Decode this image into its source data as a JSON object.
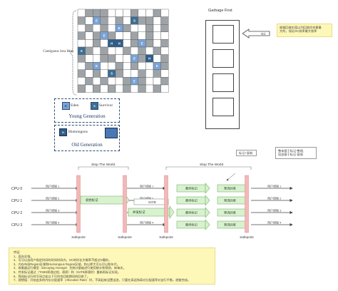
{
  "heap_grid": {
    "side_label": "Contiguous Java Heap",
    "rows": 11,
    "cols": 12,
    "cells": [
      "wgggwwwgwwgw",
      "gwEgwgwSggwg",
      "wgwgwEgwwgwg",
      "gwgEgwwgwgww",
      "wwgwHHwgEgwg",
      "Sgwgwwgwgwgw",
      "gwwggwwEgHwg",
      "wgEwwgwgwwEg",
      "gwgwSgwwgwgw",
      "wgwgwwgEgwwg",
      "gwgwgwgwgwgw"
    ],
    "cell_letters": {
      "E": "E",
      "S": "S",
      "H": "H"
    },
    "colors": {
      "white": "#ffffff",
      "grey": "#9ea3a8",
      "eden": "#7aa3d6",
      "survivor": "#3e6f94",
      "humongous": "#2f5f8a"
    }
  },
  "legend": {
    "eden_label": "Eden",
    "survivor_label": "Survivor",
    "young_label": "Young Generation",
    "humongous_label": "Humongous",
    "old_label": "Old Generation",
    "eden_letter": "E",
    "survivor_letter": "S",
    "humongous_letter": "H"
  },
  "garbage_first": {
    "title": "Garbage First",
    "gc_label": "GC",
    "note": [
      "根据回收价值以列回收优先需最",
      "大的，保证GC效率最大效率"
    ]
  },
  "timeline": {
    "stop_world_1": "Stop The World",
    "stop_world_2": "Stop The World",
    "mark_note": "标记+复制",
    "cleanup_note": [
      "整体基于标记-整理,",
      "局部基于标记-复制"
    ],
    "cpus": [
      "CPU 0",
      "CPU 1",
      "CPU 2",
      "CPU 3"
    ],
    "user_thread": "用户线程",
    "user_threads": [
      "用户线程 1",
      "用户线程 2",
      "用户线程 3",
      "用户线程 4"
    ],
    "initial_mark": "初始标记",
    "concurrent_mark": "并发标记",
    "satb": "SATB",
    "final_mark": "最终标记",
    "cleanup": "筛选回收",
    "safepoints": [
      "Safepoint",
      "Safepoint",
      "Safepoint",
      "Safepoint"
    ]
  },
  "notes": {
    "lines": [
      "特征:",
      "1、面向全堆。",
      "2、可可以选用户指定时间的时间时间内，GC的时长大概率不超过N毫秒。",
      "3、内存布局Region区域和Humongous Region区域，和以更大可以可以和年代。",
      "4、收集器运行模型（Decaying Average）为统计基础进行使用统计和预测，体每次。",
      "5、并发标记通过（TAMS原理过程，原原）和（SATB原理时）重新再标记实现。",
      "6、筛选标记行时可间点处以下可符合回收期间的回收了。",
      "7、理想值：开始由多的内存分配速率（Allocation Rate）时，不高起来设置适进，只要在高适和高对分配速率对自行平衡，就能完成。"
    ]
  }
}
